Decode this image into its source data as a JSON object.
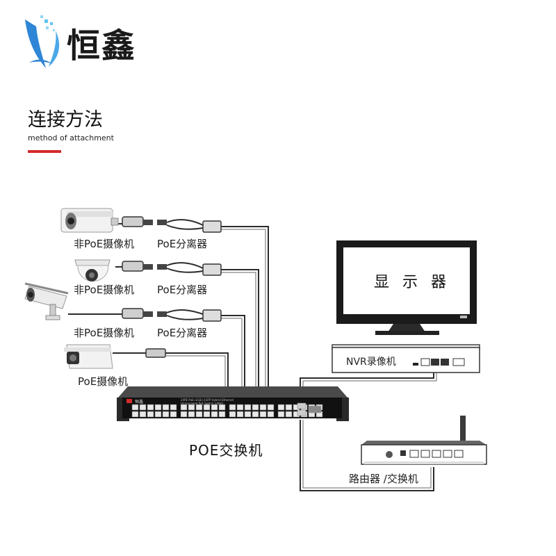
{
  "brand": {
    "name": "恒鑫",
    "logo_icon": "hengxin-logo-icon",
    "logo_colors": [
      "#2f86d6",
      "#5ec3f0"
    ]
  },
  "section": {
    "title": "连接方法",
    "subtitle": "method of attachment",
    "accent_color": "#d42b2b"
  },
  "devices": {
    "camera_rows": [
      {
        "camera_label": "非PoE摄像机",
        "splitter_label": "PoE分离器",
        "camera_icon": "bullet-camera-icon"
      },
      {
        "camera_label": "非PoE摄像机",
        "splitter_label": "PoE分离器",
        "camera_icon": "dome-camera-icon"
      },
      {
        "camera_label": "非PoE摄像机",
        "splitter_label": "PoE分离器",
        "camera_icon": "box-camera-icon"
      }
    ],
    "poe_camera_label": "PoE摄像机",
    "monitor_label": "显 示 器",
    "nvr_label": "NVR录像机",
    "switch_label": "POE交换机",
    "switch_brand": "恒鑫",
    "switch_caption_line1": "24PE PoE+2GE+1SFP Hybrid Ethernet",
    "switch_caption_line2": "Unmanaged PoE Switch (eNet)",
    "router_label": "路由器 /交换机"
  }
}
